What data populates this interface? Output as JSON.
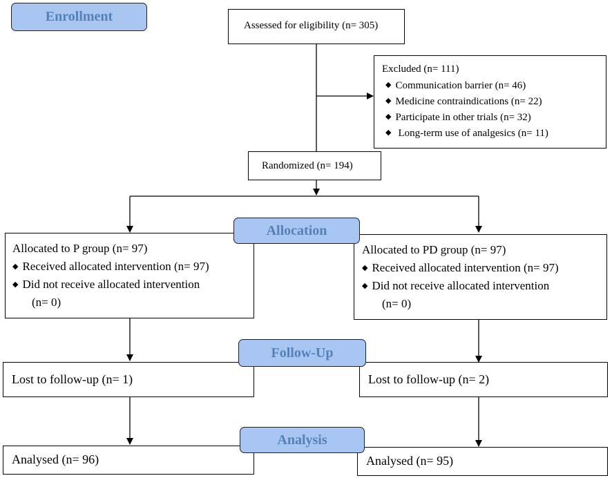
{
  "stages": {
    "enrollment": "Enrollment",
    "allocation": "Allocation",
    "follow_up": "Follow-Up",
    "analysis": "Analysis"
  },
  "assessed": "Assessed for eligibility (n= 305)",
  "excluded": {
    "title": "Excluded (n= 111)",
    "reasons": [
      "Communication barrier (n= 46)",
      "Medicine contraindications (n= 22)",
      "Participate in other trials (n= 32)",
      "Long-term use of analgesics (n= 11)"
    ]
  },
  "randomized": "Randomized (n= 194)",
  "groups": {
    "p": {
      "allocated": "Allocated to P group (n= 97)",
      "received": "Received allocated intervention (n= 97)",
      "not_received": "Did not receive allocated intervention",
      "not_received_n": "(n= 0)",
      "lost": "Lost to follow-up (n= 1)",
      "analysed": "Analysed (n= 96)"
    },
    "pd": {
      "allocated": "Allocated to PD group (n= 97)",
      "received": "Received allocated intervention (n= 97)",
      "not_received": "Did not receive allocated intervention",
      "not_received_n": "(n= 0)",
      "lost": "Lost to follow-up (n= 2)",
      "analysed": "Analysed (n= 95)"
    }
  },
  "colors": {
    "stage_fill": "#a9c6f2",
    "stage_text": "#5580b8"
  }
}
